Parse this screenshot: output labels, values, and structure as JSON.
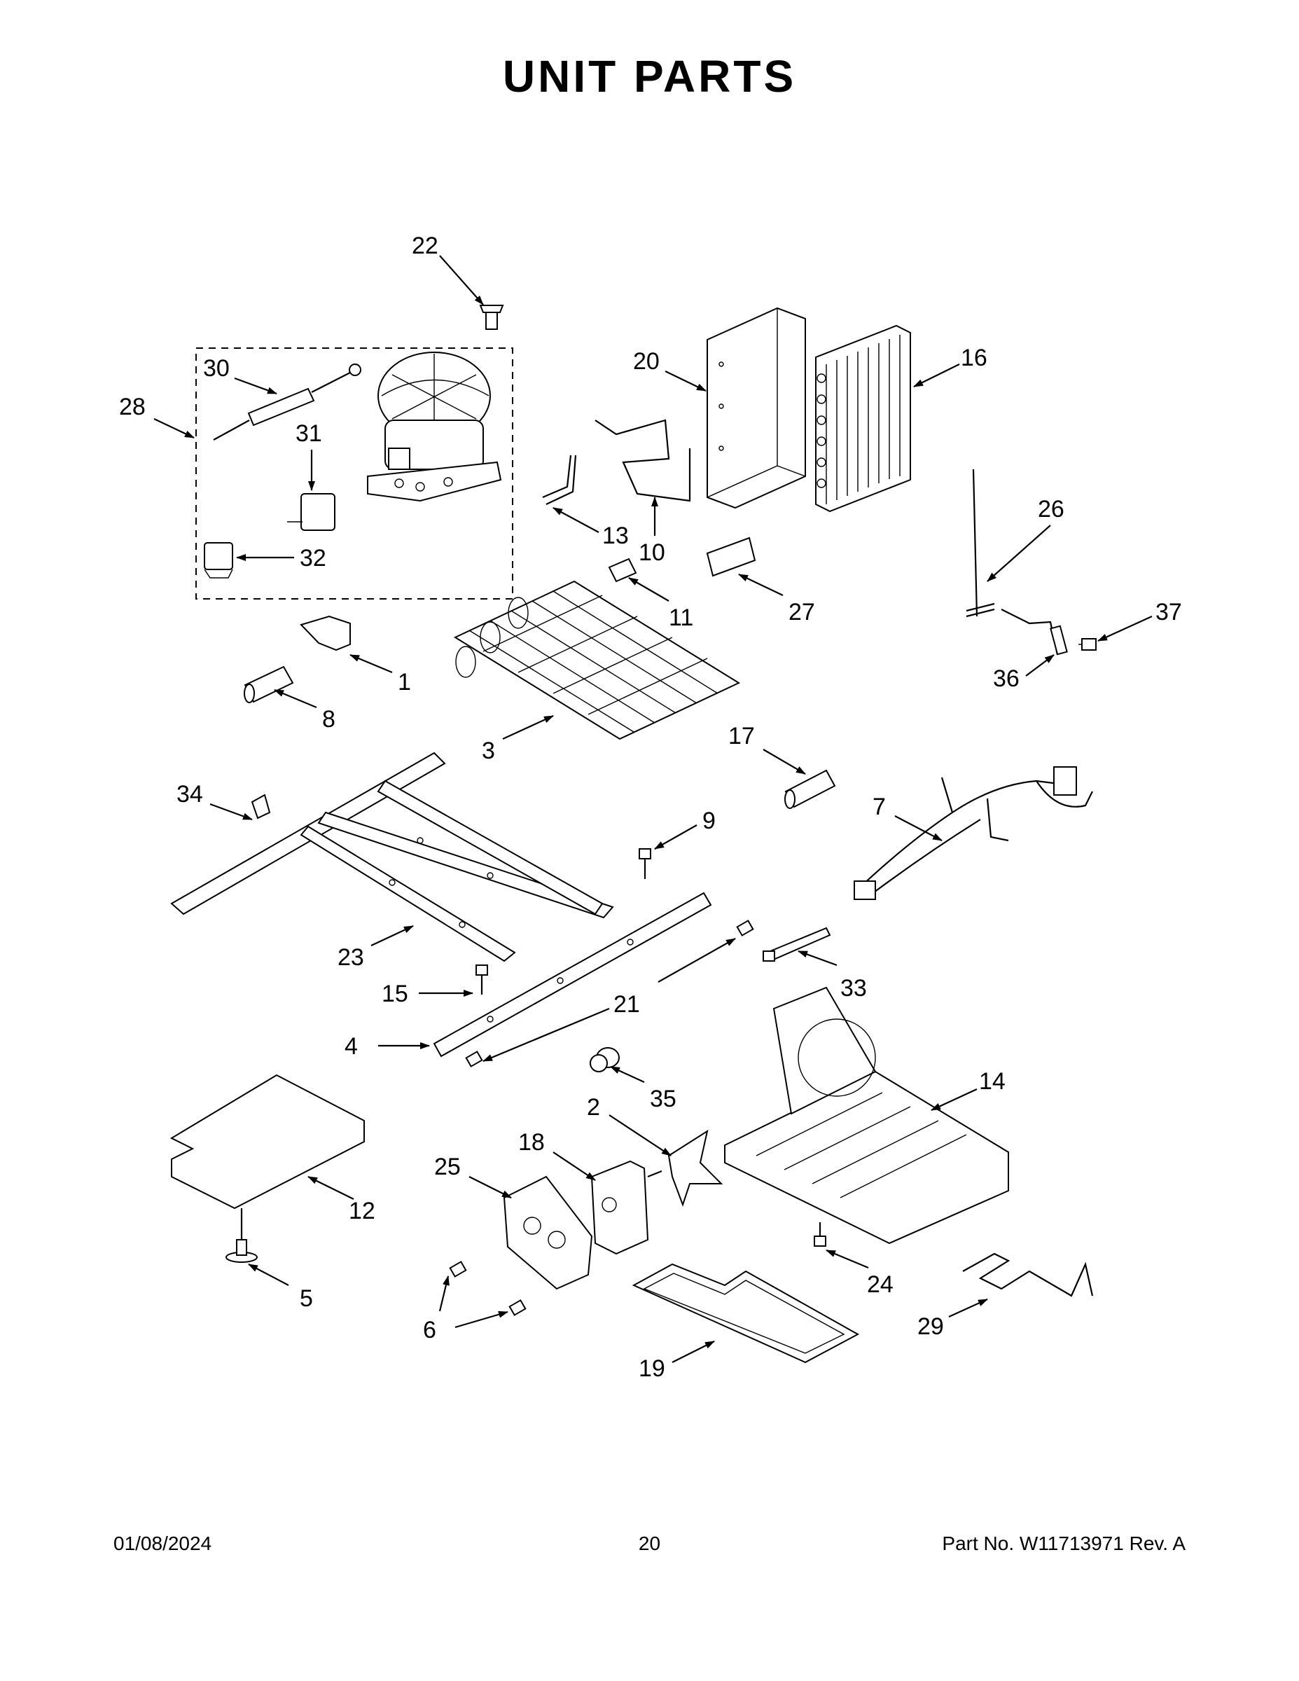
{
  "title": "UNIT  PARTS",
  "footer": {
    "date": "01/08/2024",
    "page": "20",
    "part_no": "Part No.  W11713971  Rev.  A"
  },
  "callouts": [
    "1",
    "2",
    "3",
    "4",
    "5",
    "6",
    "7",
    "8",
    "9",
    "10",
    "11",
    "12",
    "13",
    "14",
    "15",
    "16",
    "17",
    "18",
    "19",
    "20",
    "21",
    "22",
    "23",
    "24",
    "25",
    "26",
    "27",
    "28",
    "29",
    "30",
    "31",
    "32",
    "33",
    "34",
    "35",
    "36",
    "37"
  ]
}
